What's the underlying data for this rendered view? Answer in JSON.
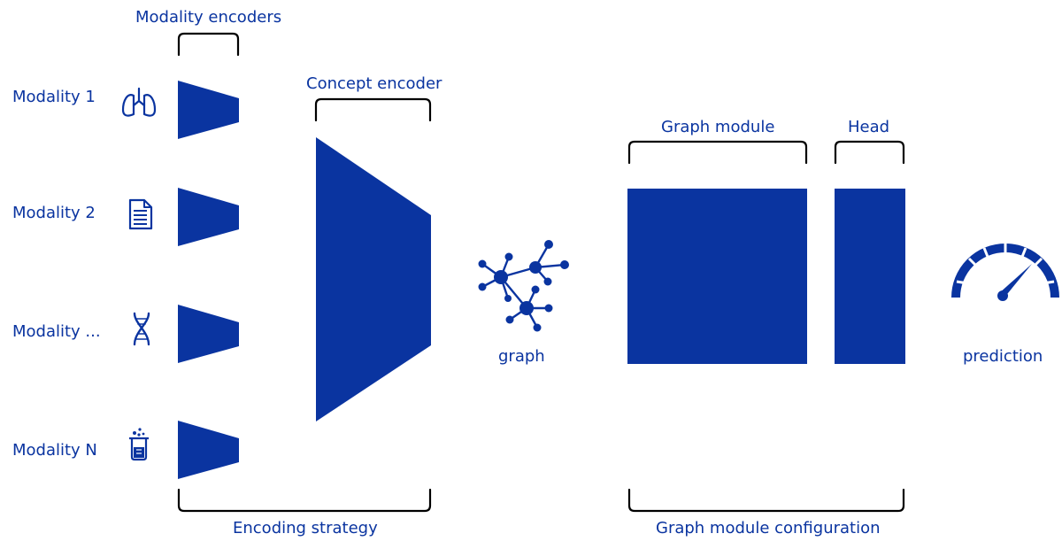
{
  "colors": {
    "primary": "#0a34a0"
  },
  "labels": {
    "modality_encoders": "Modality encoders",
    "concept_encoder": "Concept encoder",
    "graph_module": "Graph module",
    "head": "Head",
    "graph": "graph",
    "prediction": "prediction",
    "encoding_strategy": "Encoding strategy",
    "graph_module_configuration": "Graph module configuration"
  },
  "modalities": [
    {
      "label": "Modality 1",
      "icon": "lungs-icon"
    },
    {
      "label": "Modality 2",
      "icon": "document-icon"
    },
    {
      "label": "Modality ...",
      "icon": "dna-icon"
    },
    {
      "label": "Modality N",
      "icon": "beaker-icon"
    }
  ]
}
